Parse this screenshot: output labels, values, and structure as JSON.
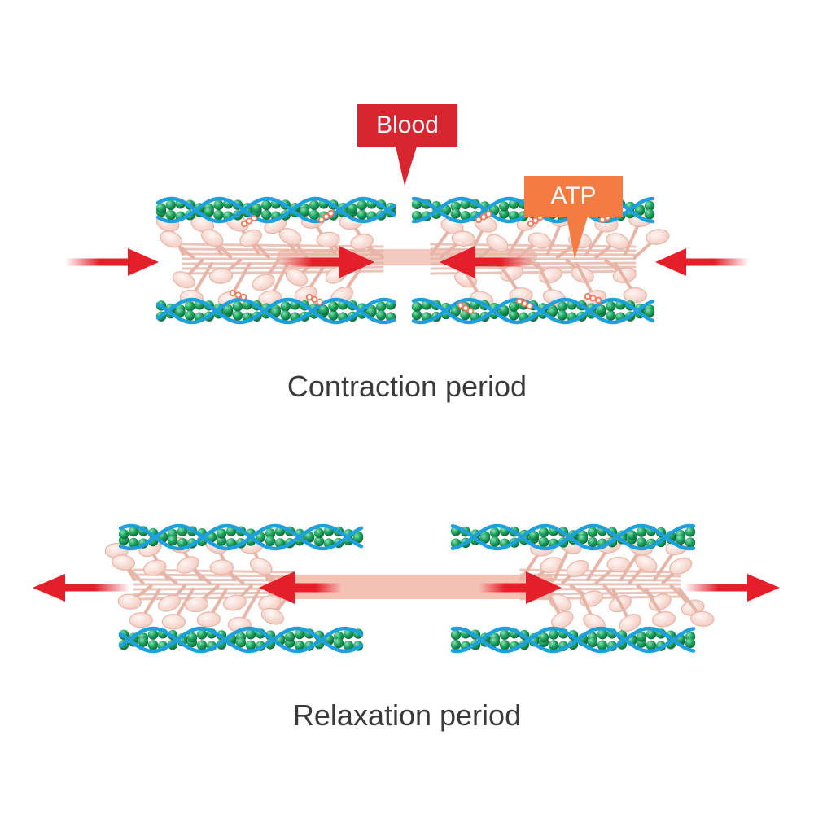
{
  "panels": {
    "contraction": {
      "caption": "Contraction period"
    },
    "relaxation": {
      "caption": "Relaxation period"
    }
  },
  "callouts": {
    "blood": {
      "label": "Blood"
    },
    "atp": {
      "label": "ATP"
    }
  },
  "colors": {
    "actin_strand": "#1fa0de",
    "actin_bead": "#1e9a5c",
    "myosin": "#f6d5cc",
    "myosin_outline": "#e7b5a8",
    "arrow": "#e3202a",
    "blood_callout": "#d7262f",
    "atp_callout": "#f47b42",
    "atp_molecule": "#f07a5e",
    "caption_text": "#3a3a3a"
  }
}
